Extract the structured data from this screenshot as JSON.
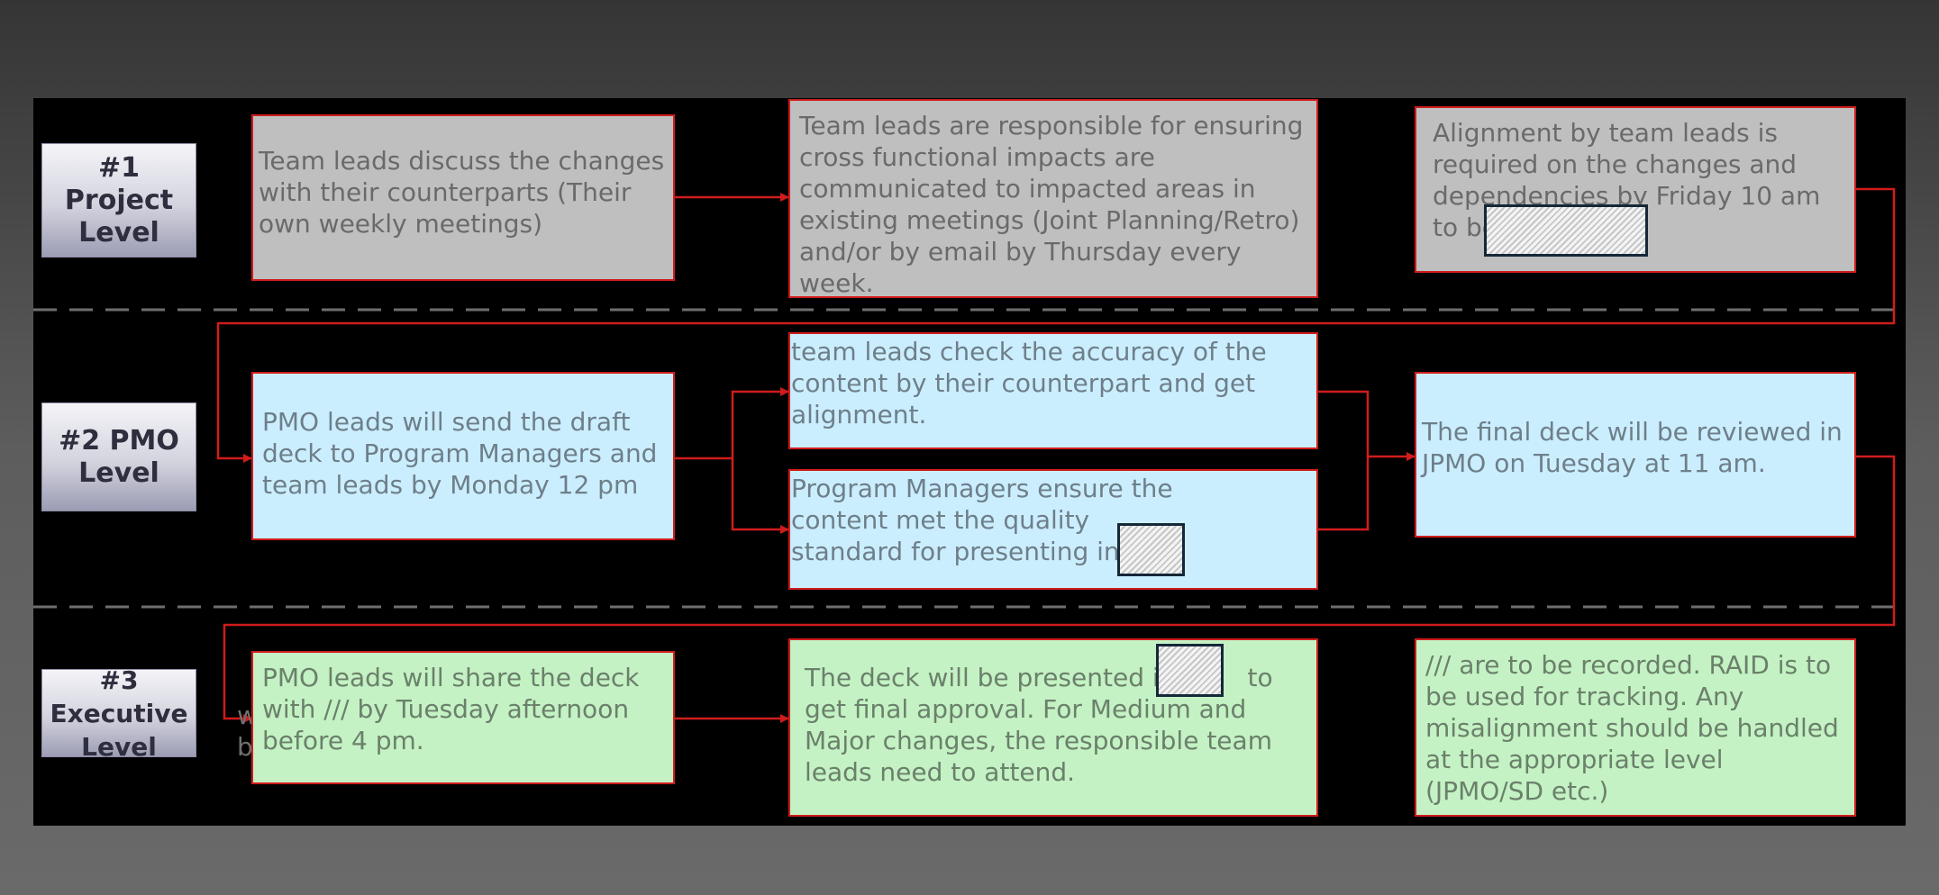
{
  "lanes": [
    {
      "label": "#1 Project Level"
    },
    {
      "label": "#2 PMO Level"
    },
    {
      "label": "#3 Executive Level"
    }
  ],
  "boxes": {
    "l1_discuss": "Team leads discuss the changes with their counterparts (Their own weekly meetings)",
    "l1_responsible": "Team leads are responsible for ensuring cross functional impacts are communicated to impacted areas in existing meetings (Joint Planning/Retro) and/or by email by Thursday every week.",
    "l1_alignment": "Alignment by team leads is required on the changes and dependencies by Friday 10 am to both",
    "l2_send": "PMO leads will send the draft deck to Program Managers and team leads by Monday 12 pm",
    "l2_check": "team leads check the accuracy of the content by their counterpart and get alignment.",
    "l2_quality": "Program Managers ensure the content met the quality standard for presenting in",
    "l2_final": "The final deck will be reviewed in JPMO on Tuesday at 11 am.",
    "l3_share": "PMO leads will share the deck with /// by Tuesday afternoon before 4 pm.",
    "l3_present": "The deck will be presented in         to get final approval. For Medium and Major changes, the responsible team leads need to attend.",
    "l3_record": "/// are to be recorded. RAID is to be used for tracking. Any misalignment should be handled at the appropriate level (JPMO/SD etc.)"
  },
  "ghost_text": {
    "line1": "w",
    "line2": "b"
  },
  "colors": {
    "canvas": "#000000",
    "connector": "#d01c1c",
    "divider": "#6e6e6e",
    "gray_box": "#bfbfbf",
    "blue_box": "#cbeeff",
    "green_box": "#c4f2c4"
  }
}
